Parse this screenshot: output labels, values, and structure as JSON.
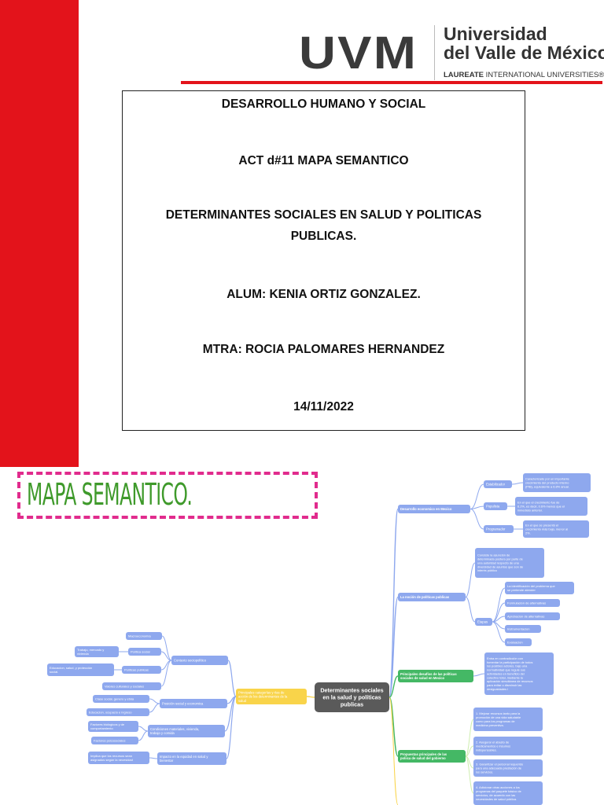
{
  "logo": {
    "letters": "UVM",
    "name_line1": "Universidad",
    "name_line2": "del Valle de México",
    "laureate_bold": "LAUREATE",
    "laureate_rest": " INTERNATIONAL UNIVERSITIES®"
  },
  "cover": {
    "course": "DESARROLLO HUMANO Y SOCIAL",
    "activity": "ACT d#11 MAPA SEMANTICO",
    "topic_line1": "DETERMINANTES SOCIALES EN SALUD Y POLITICAS",
    "topic_line2": "PUBLICAS.",
    "student": "ALUM: KENIA ORTIZ GONZALEZ.",
    "teacher": "MTRA: ROCIA PALOMARES HERNANDEZ",
    "date": "14/11/2022"
  },
  "map_title": "MAPA SEMANTICO.",
  "colors": {
    "red": "#e3131b",
    "pink": "#e12b8d",
    "green_title": "#3f9a2b",
    "center": "#5a5a5a",
    "yellow": "#f9d44a",
    "blue": "#8ea8ee",
    "green": "#44b865",
    "green_light": "#cfeeb0"
  },
  "mindmap": {
    "center": [
      "Determinantes sociales",
      "en la salud y políticas",
      "publicas"
    ],
    "left_main": [
      "Principales categorías y rías de",
      "acción de los determinantes de la",
      "salud"
    ],
    "left": [
      {
        "label": [
          "Contexto sociopolítico"
        ],
        "children": [
          {
            "label": [
              "Macroeconomía"
            ],
            "children": []
          },
          {
            "label": [
              "Política social"
            ],
            "children": [
              {
                "label": [
                  "Trabajo, mercado y",
                  "vivienda"
                ]
              }
            ]
          },
          {
            "label": [
              "Políticas publicas"
            ],
            "children": [
              {
                "label": [
                  "Educacion, salud, y protección",
                  "social."
                ]
              }
            ]
          },
          {
            "label": [
              "Valores culturales y sociales"
            ],
            "children": []
          }
        ]
      },
      {
        "label": [
          "Posición social y economica"
        ],
        "children": [
          {
            "label": [
              "Clase social, genero y etnia"
            ],
            "children": []
          },
          {
            "label": [
              "Educacion, ocupacio e ingreso"
            ],
            "children": []
          }
        ]
      },
      {
        "label": [
          "Condiciones materiales, vivienda,",
          "trabajo y comida"
        ],
        "children": [
          {
            "label": [
              "Factores biologicos y de",
              "comportamiento"
            ],
            "children": []
          },
          {
            "label": [
              "Factores psicosociales"
            ],
            "children": []
          }
        ]
      },
      {
        "label": [
          "Impacto en la equidad en salud y",
          "bienestar"
        ],
        "children": [
          {
            "label": [
              "Implica que los recursos sean",
              "asignados según la necesidad"
            ],
            "children": []
          }
        ]
      }
    ],
    "right": [
      {
        "label": [
          "Desarrollo economico en Mexico"
        ],
        "children": [
          {
            "label": [
              "Estabilizador"
            ],
            "note": [
              "Caracterizado por un importante",
              "crecimiento del producto interno",
              "(PIB), equivalente a 6.8% anual."
            ]
          },
          {
            "label": [
              "Populista"
            ],
            "note": [
              "En el que el crecimiento fue de",
              "6.2%, es decir, 0.6% menos que el",
              "inmediato anterior."
            ]
          },
          {
            "label": [
              "Programador"
            ],
            "note": [
              "En el que se presentó el",
              "crecimiento más bajo, menor al",
              "2%."
            ]
          }
        ]
      },
      {
        "label": [
          "La noción de políticas publicas"
        ],
        "definition": [
          "Consiste la asunción de",
          "determinada postura por parte de",
          "una autoridad respecto de una",
          "diversidad de asuntos que son de",
          "interés público"
        ],
        "stages_label": [
          "Etapas"
        ],
        "stages": [
          [
            "La identificación del problema que",
            "se pretende atender"
          ],
          [
            "Formulacion de alternativas"
          ],
          [
            "Aprobacion de alternativas"
          ],
          [
            "Instrumentacion"
          ],
          [
            "Evaluacion"
          ]
        ]
      },
      {
        "label": [
          "Principales desafíos de las políticas",
          "sociales de salud en Mexico"
        ],
        "note": [
          "Entra en contradicción con",
          "fomentar la participación de todos",
          "los posibles actores, bajo una",
          "normatividad que regule sus",
          "actividades en beneficio del",
          "colectivo total, mediante la",
          "aplicación simultánea de recursos",
          "para evitar o disminuir las",
          "desigualdades i"
        ]
      },
      {
        "label": [
          "Propuestas principales de las",
          "poliica de salud del gobierno"
        ],
        "items": [
          [
            "1. Mejorar recursos tanto para la",
            "promoción de una vida saludable",
            "como para los programas de",
            "medicina preventiva."
          ],
          [
            "2. Asegurar el abasto de",
            "medicamentos e insumos",
            "indispensables."
          ],
          [
            "3. Garantizar el personal requerido",
            "para una adecuada prestación de",
            "los servicios."
          ],
          [
            "4. Adicionar otras acciones a los",
            "programas del paquete básico de",
            "servicios, de acuerdo con las",
            "necesidades de salud pública."
          ]
        ]
      }
    ]
  }
}
